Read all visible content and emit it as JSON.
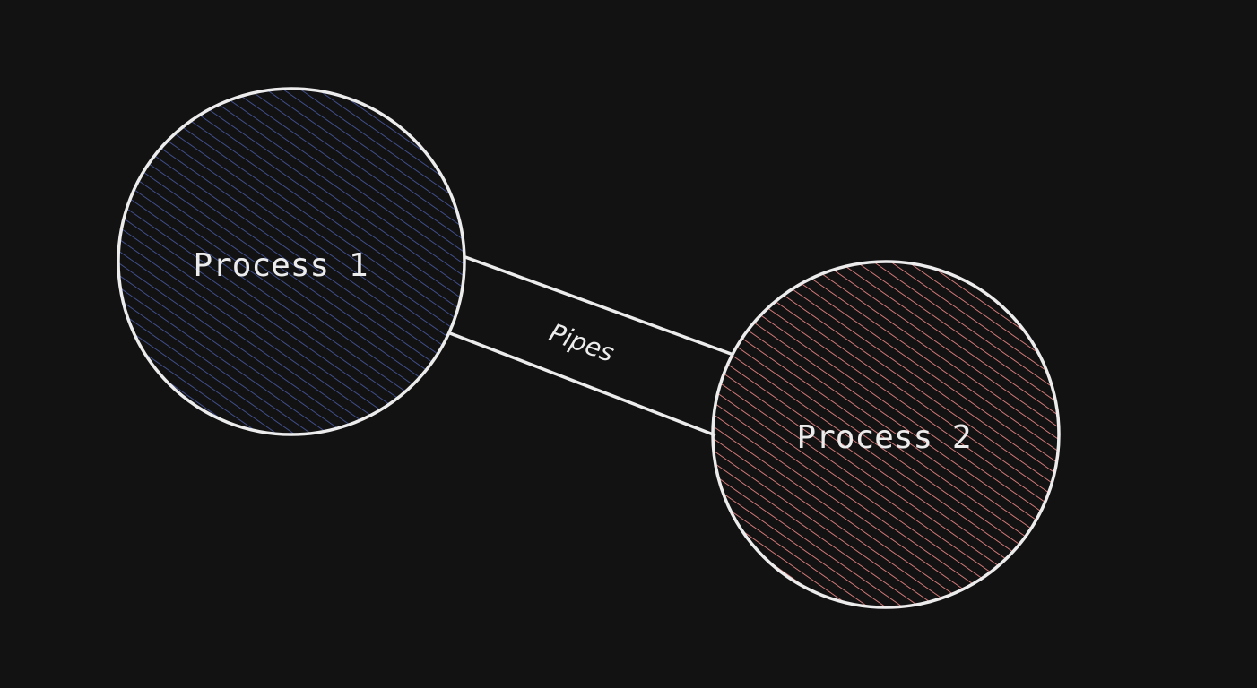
{
  "canvas": {
    "background": "#121212",
    "stroke": "#ececec"
  },
  "nodes": [
    {
      "id": "process-1",
      "label": "Process 1",
      "fill": "#4a5ca8"
    },
    {
      "id": "process-2",
      "label": "Process 2",
      "fill": "#ff8f8f"
    }
  ],
  "edge": {
    "label": "Pipes",
    "from": "process-1",
    "to": "process-2"
  }
}
